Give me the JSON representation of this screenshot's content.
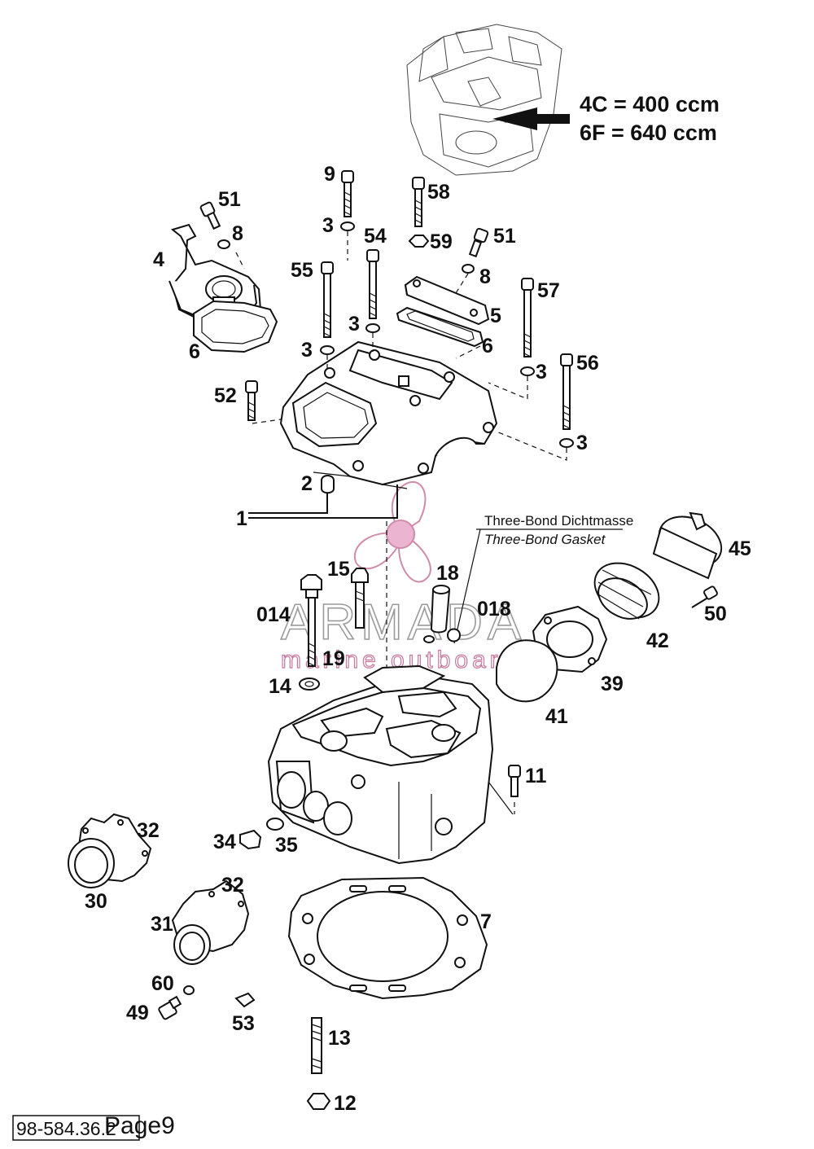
{
  "capacity": [
    "4C = 400 ccm",
    "6F = 640 ccm"
  ],
  "note": {
    "de": "Three-Bond Dichtmasse",
    "en": "Three-Bond Gasket"
  },
  "watermark": {
    "name": "ARMADA",
    "tagline": "marine outboards",
    "color": "#e8a8c8"
  },
  "footer": {
    "code": "98-584.36.2",
    "page": "Page9"
  },
  "callouts": [
    "9",
    "58",
    "51",
    "8",
    "3",
    "54",
    "59",
    "51",
    "4",
    "55",
    "8",
    "57",
    "5",
    "3",
    "6",
    "6",
    "3",
    "3",
    "56",
    "52",
    "3",
    "2",
    "1",
    "45",
    "15",
    "18",
    "014",
    "018",
    "50",
    "42",
    "19",
    "14",
    "39",
    "41",
    "11",
    "32",
    "34",
    "35",
    "30",
    "32",
    "31",
    "7",
    "60",
    "49",
    "53",
    "13",
    "12"
  ]
}
